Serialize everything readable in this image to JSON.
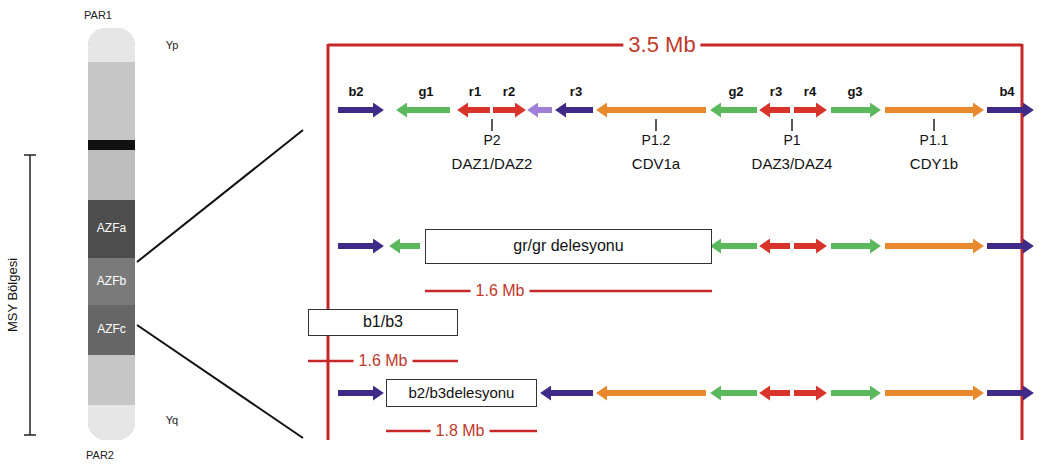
{
  "diagram": {
    "nodes": [
      {
        "text": [
          "AZFa"
        ]
      },
      {
        "text": [
          "AZFb"
        ]
      },
      {
        "text": [
          "AZFc"
        ]
      },
      {
        "text": [
          "gr/gr delesyonu"
        ]
      },
      {
        "text": [
          "b1/b3"
        ]
      },
      {
        "text": [
          "b2/b3delesyonu"
        ]
      }
    ],
    "labels": [
      "PAR1",
      "Yp",
      "Yq",
      "PAR2",
      "MSY Bölgesi",
      "3.5 Mb",
      "b2",
      "g1",
      "r1",
      "r2",
      "r3",
      "g2",
      "r3",
      "r4",
      "g3",
      "b4",
      "P2",
      "DAZ1/DAZ2",
      "P1.2",
      "CDV1a",
      "P1",
      "DAZ3/DAZ4",
      "P1.1",
      "CDY1b",
      "1.6 Mb",
      "1.6 Mb",
      "1.8 Mb"
    ]
  }
}
